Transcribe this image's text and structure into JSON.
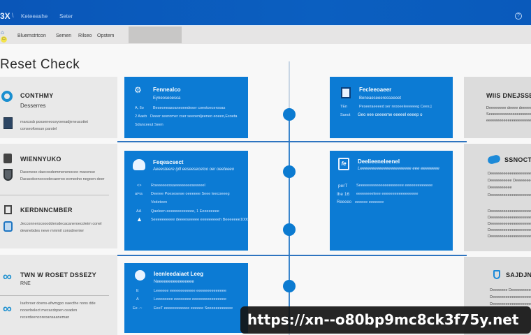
{
  "titlebar": {
    "logo": "3X",
    "separator": "\\",
    "breadcrumb": [
      "Keteeashe",
      "Seter"
    ],
    "help_icon": "?"
  },
  "toolbar": {
    "items": [
      "Bluemstrtcon",
      "Semen",
      "Rilseo",
      "Opstem"
    ]
  },
  "page": {
    "title": "Reset Check"
  },
  "left_panel": {
    "sections": [
      {
        "heading": "CONTHMY",
        "subheading": "Desserres",
        "icon": "target-icon",
        "sub_icon": "calculator-icon",
        "text": "marcosb posseneoceyoenadjeneucotiet conseofoesun parstel"
      },
      {
        "heading": "WIENNYUKO",
        "icon": "drive-icon",
        "sub_icon": "shield-icon",
        "text": "Dascneso daecosdemmenenoceo macense Dacacdcencocodecaerroo ecmedno negoen deer"
      },
      {
        "heading": "KERDNNCMBER",
        "icon": "monitor-icon",
        "sub_icon": "scan-icon",
        "text": "Jecconnerocoooddersdecacaneroecoleim conel dewnebdes neve mmmil consdnenter"
      },
      {
        "heading": "TWN W ROSET DSSEZY",
        "subheading": "RNE",
        "icon": "link-icon",
        "text": "Isaforoer doens-afwmgpo oaecthe nons dde nooerbelect mecacdqoen ceaden recerdeencoreoansaaneman"
      },
      {
        "icon": "link-icon-2",
        "text": "Isaforoer doens-afwmgpo oaecthe nons dde"
      }
    ]
  },
  "cards": [
    {
      "title": "Fennealco",
      "subtitle": "Eyneoseoesca",
      "icon": "gear-icon",
      "lines": [
        {
          "label": "A, 6o",
          "text": "Beseoneasoaneonedeser coeotoecerooas"
        },
        {
          "label": "2 Aaeb",
          "text": "Deeer seeromer cser seeoenljeeneo eoeeo,Esoeta"
        },
        {
          "label": "",
          "text": "Sdanceeut Seen"
        }
      ]
    },
    {
      "title": "Fecleeoaeer",
      "subtitle": "Beneaeseeeresseeeet",
      "icon": "folder-icon",
      "lines": [
        {
          "label": "TEn",
          "text": "Peseeraeeeed ser reooeeleeeeeeg Cees.]"
        },
        {
          "label": "Saeot",
          "text": "Geo eee ceeeeme eeeeel eeeep o"
        }
      ]
    },
    {
      "title": "Feqeacsect",
      "subtitle": "Aeeesteere ipfl eeseesecetoo oer oeeteeeo",
      "icon": "cloud-user-icon",
      "lines": [
        {
          "label": "<>",
          "text": "Roeeeeeessaeeeeeeeeseeeeel"
        },
        {
          "label": "a/<a",
          "text": "Deeree Poesesewe oeeeeee Seee teecoeeeg"
        },
        {
          "label": "",
          "text": "Vedeteen"
        },
        {
          "label": "AA",
          "text": "Qaeleen eeeeeeeeeeeee, 1 Eeeeeeeee"
        },
        {
          "label": "",
          "text": "Seeeeeeeeee deeeeseeeee eeeeeeeeeh Beeeeeee1000"
        }
      ]
    },
    {
      "title": "Deelieeneleenel",
      "subtitle": "Leeeeeeeeeeeeeeeeeeeeee eee eeeeeeee",
      "icon": "edit-icon",
      "lines": [
        {
          "label": "perT",
          "text": "Seeeeeeeeeeeeeeeeeeeee eeeeeeeeeeeee"
        },
        {
          "label": "Ihe 16",
          "text": "eeeeeeeeleee eeeeeeeeeeeeeeeee"
        },
        {
          "label": "Reeeeo",
          "text": "eeeeee eeeeeee"
        }
      ]
    },
    {
      "title": "Ieenleedaiaet Leeg",
      "subtitle": "Neeeeeeeeeeeeeeee",
      "icon": "cloud-icon",
      "lines": [
        {
          "label": "E",
          "text": "Leeeeee eeeeeeeeeeee eeeeeeeeeeeeee"
        },
        {
          "label": "A",
          "text": "Leeeeeeee eeeeeeee eeeeeeeeeeeeeeee"
        },
        {
          "label": "Ee -~",
          "text": "EeeT eeeeeeeeeeee eeeeee Seeeeeeeeeeee"
        }
      ]
    }
  ],
  "right_panel": {
    "sections": [
      {
        "heading": "WIIS DNEJSSET",
        "lines": [
          "Deeeeeeee deeee deeeeeee",
          "Seeeeeeeeeeeeeeeeeeeee",
          "eeeeeeeeeeeeeeeeeeeeee"
        ]
      },
      {
        "heading": "SSNOCT",
        "icon": "cloud-sync-icon",
        "lines": [
          "Deeeeeeeeeeeeeeeeeee",
          "Deeeeeeeeee Deeeeeeeeee",
          "Deeeeeeeeee",
          "Deeeeeeeeeeeeeeeeeeeee",
          "",
          "Deeeeeeeeeeeeeeeeeeeee",
          "Deeeeeeeeeeeeeeeeeeeee",
          "Deeeeeeeeeeeeeeeeeeeee",
          "Deeeeeeeeeeeeeeeeeeeee",
          "Deeeeeeeeeeeeeeeeeeeee"
        ]
      },
      {
        "heading": "SAJDJNIC",
        "icon": "shield-outline-icon",
        "lines": [
          "Deeeeeee Deeeeeeeeeeeee",
          "Deeeeeeeeeeeeeeeeeeeee",
          "Deeeeeeeeeeeeeeeeeeeee"
        ]
      }
    ]
  },
  "timeline": {
    "color": "#0c7bd1",
    "nodes": 4
  },
  "watermark": {
    "text": "https://xn--o80bp9mc8ck3f75y.net"
  },
  "colors": {
    "titlebar": "#0b5fc0",
    "card": "#0c7bd4",
    "toolbar": "#e6e5e5",
    "panel": "#e9e9e9"
  }
}
